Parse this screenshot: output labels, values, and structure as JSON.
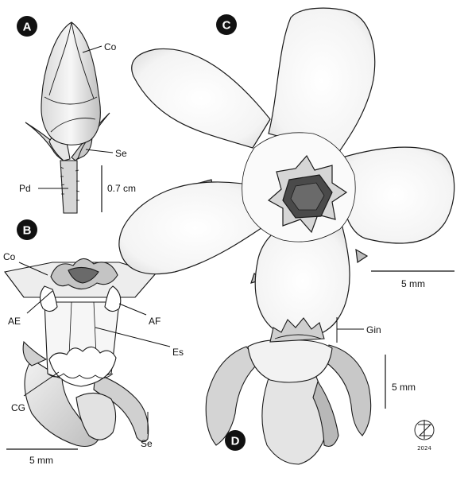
{
  "panels": {
    "A": {
      "badge": "A",
      "labels": {
        "corolla": "Co",
        "sepal": "Se",
        "pedicel": "Pd"
      },
      "scale": "0.7 cm"
    },
    "B": {
      "badge": "B",
      "labels": {
        "corolla": "Co",
        "ae": "AE",
        "af": "AF",
        "es": "Es",
        "cg": "CG",
        "sepal": "Se"
      },
      "scale": "5 mm"
    },
    "C": {
      "badge": "C",
      "scale": "5 mm"
    },
    "D": {
      "badge": "D",
      "labels": {
        "gin": "Gin"
      },
      "scale": "5 mm"
    }
  },
  "signature": {
    "year": "2024"
  },
  "colors": {
    "ink": "#1a1a1a",
    "badge": "#111111",
    "shade": "#cfcfcf",
    "dark": "#4a4a4a"
  }
}
